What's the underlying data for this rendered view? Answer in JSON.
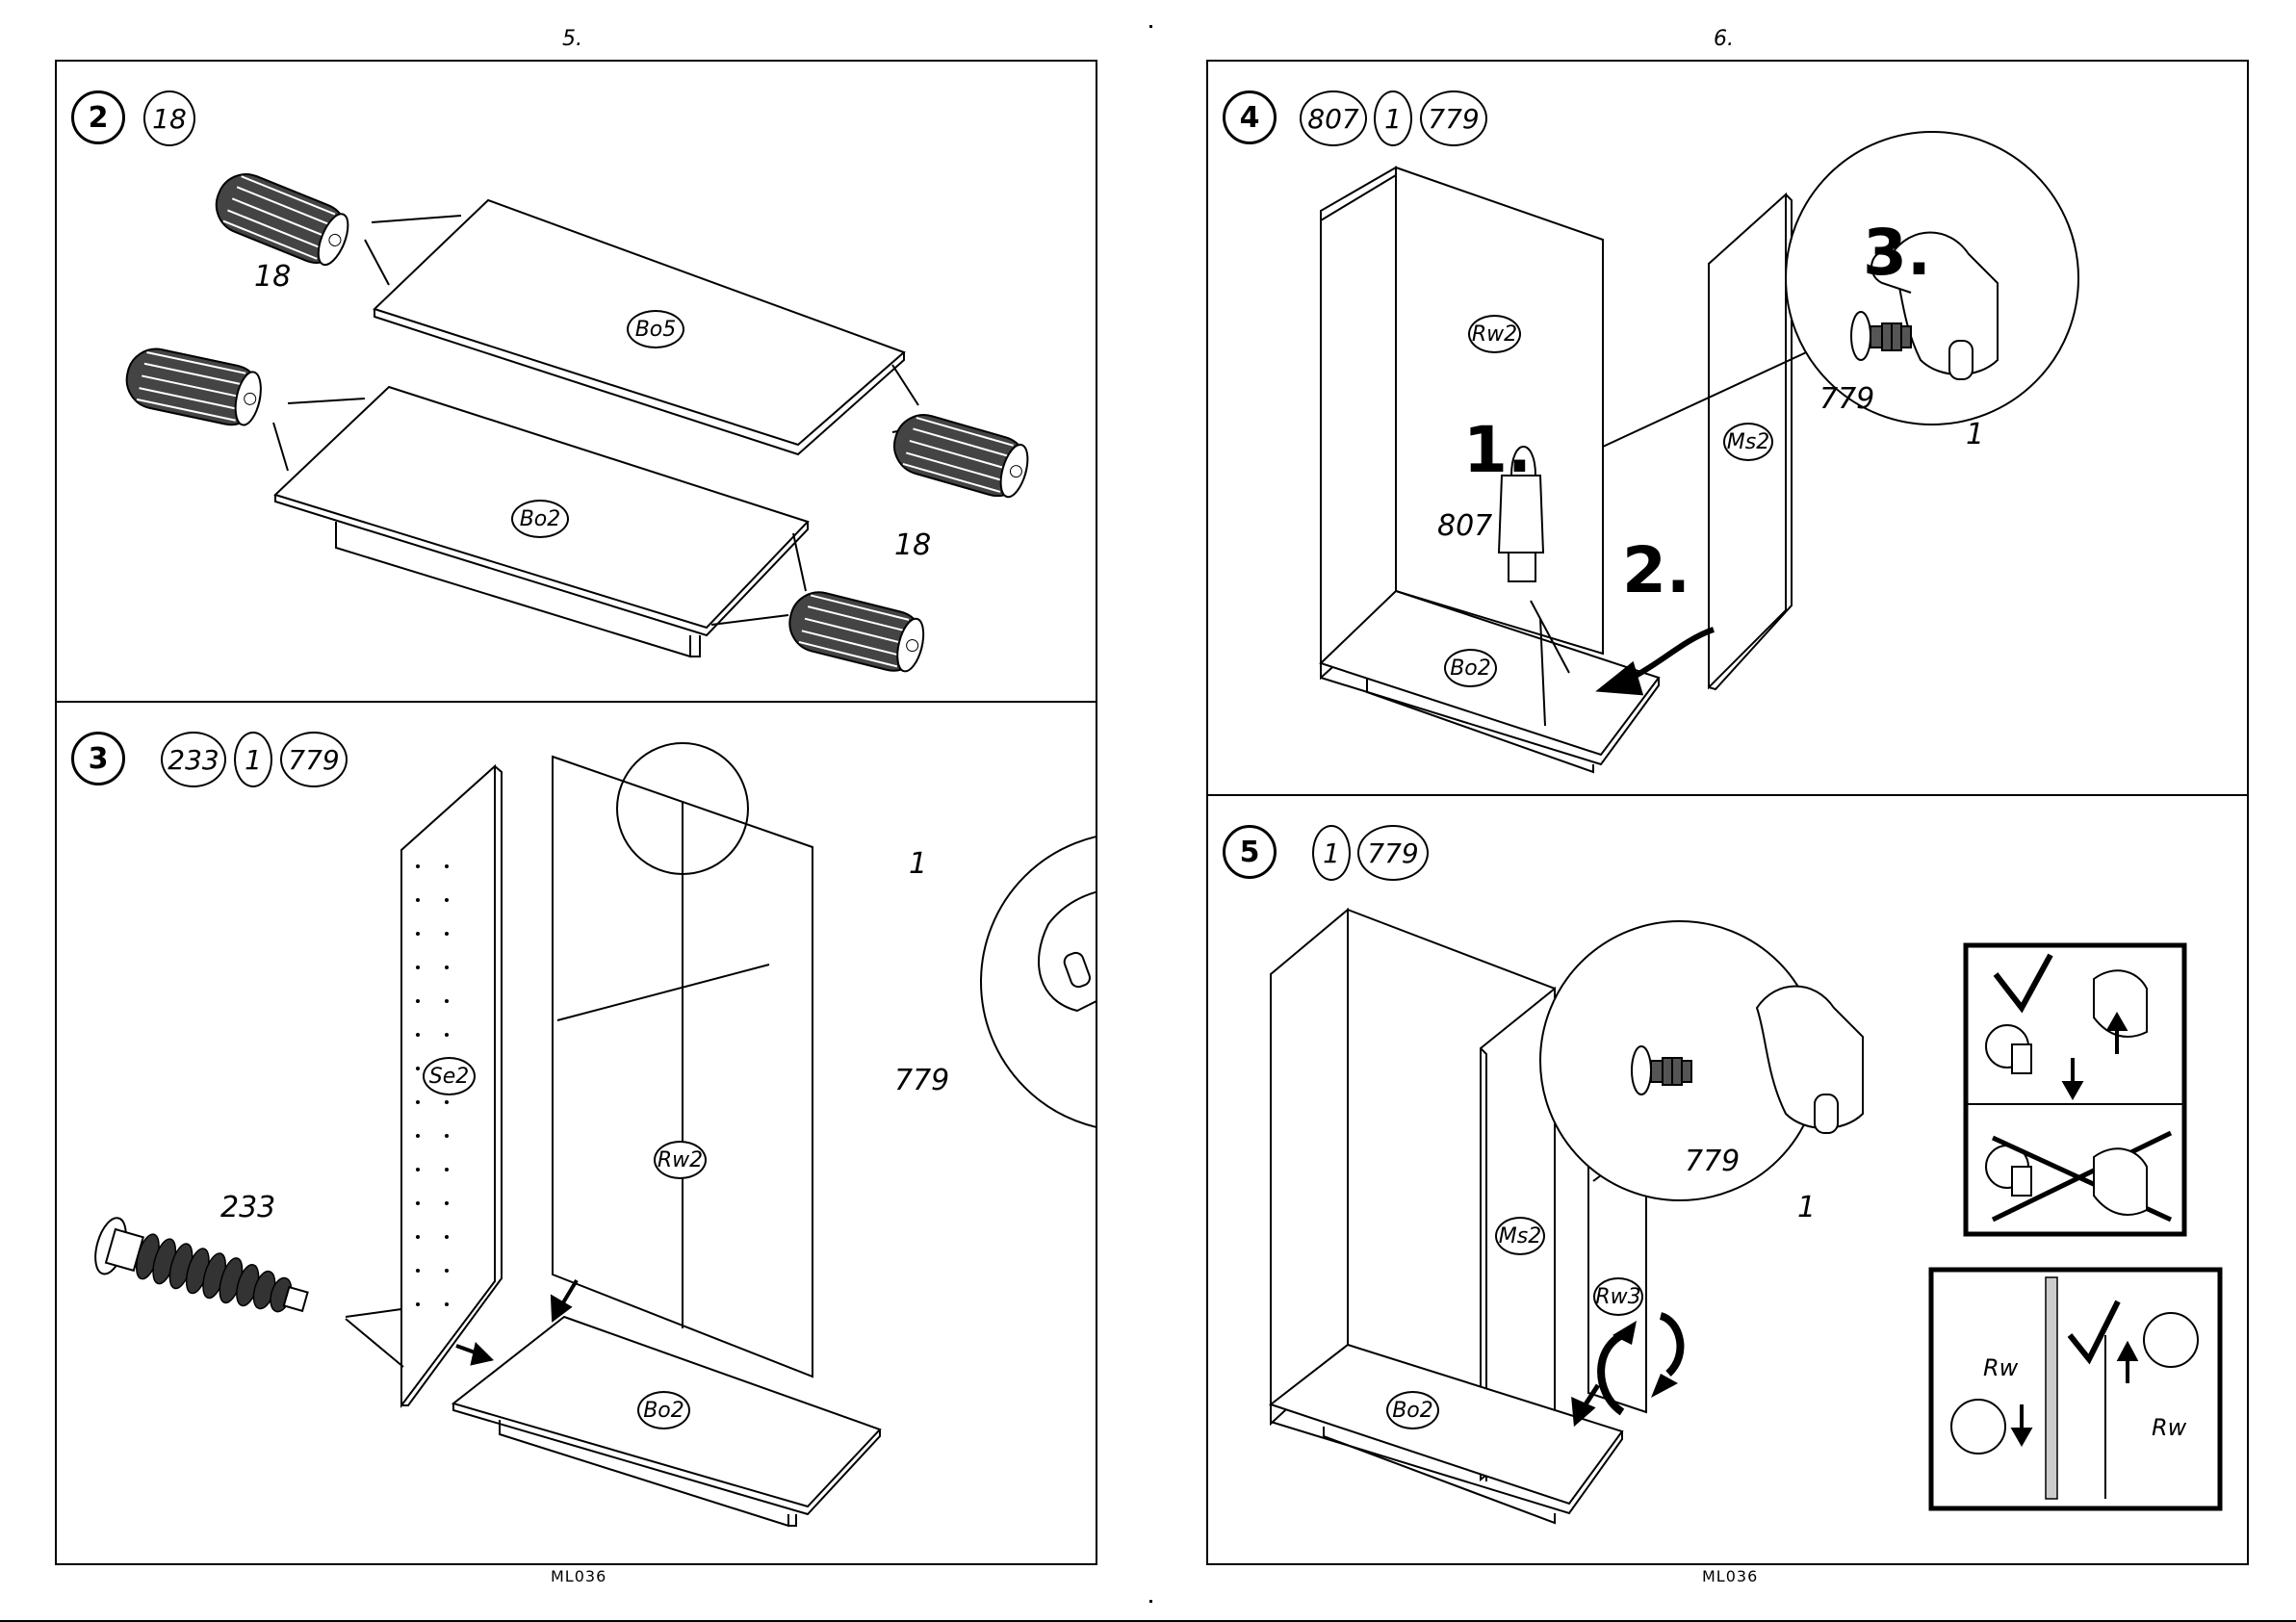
{
  "pages": {
    "left": "5.",
    "right": "6."
  },
  "footer": {
    "left": "ML036",
    "right": "ML036"
  },
  "step2": {
    "number": "2",
    "parts": [
      "18"
    ],
    "label_18a": "18",
    "label_18b": "18",
    "tag_bo5": "Bo5",
    "tag_bo2": "Bo2"
  },
  "step3": {
    "number": "3",
    "parts": [
      "233",
      "1",
      "779"
    ],
    "label_233": "233",
    "label_1": "1",
    "label_779": "779",
    "tag_se2": "Se2",
    "tag_rw2": "Rw2",
    "tag_bo2": "Bo2"
  },
  "step4": {
    "number": "4",
    "parts": [
      "807",
      "1",
      "779"
    ],
    "big1": "1.",
    "big2": "2.",
    "big3": "3.",
    "label_807": "807",
    "label_779": "779",
    "label_1": "1",
    "tag_rw2": "Rw2",
    "tag_ms2": "Ms2",
    "tag_bo2": "Bo2"
  },
  "step5": {
    "number": "5",
    "parts": [
      "1",
      "779"
    ],
    "label_779": "779",
    "label_1": "1",
    "tag_ms2": "Ms2",
    "tag_rw3": "Rw3",
    "tag_bo2": "Bo2",
    "label_rw_a": "Rw",
    "label_rw_b": "Rw"
  }
}
